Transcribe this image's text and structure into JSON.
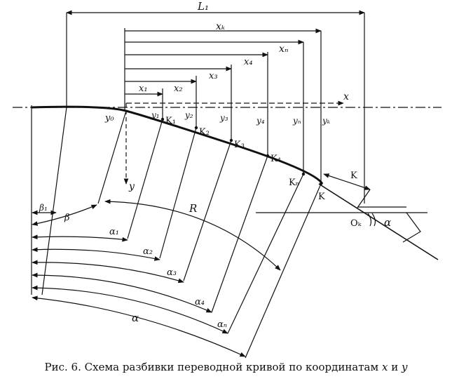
{
  "caption": {
    "text": "Рис. 6. Схема разбивки переводной кривой по координатам",
    "var_x": "x",
    "conj": "и",
    "var_y": "y"
  },
  "labels": {
    "L1": "L₁",
    "xk": "xₖ",
    "xn": "xₙ",
    "x4": "x₄",
    "x3": "x₃",
    "x2": "x₂",
    "x1": "x₁",
    "x_axis": "x",
    "y_axis": "y",
    "y0": "y₀",
    "y1": "y₁",
    "y2": "y₂",
    "y3": "y₃",
    "y4": "y₄",
    "yn": "yₙ",
    "yk": "yₖ",
    "K1": "K₁",
    "K2": "K₂",
    "K3": "K₃",
    "K4": "K₄",
    "Kn": "Kₙ",
    "K": "K",
    "K_seg": "K",
    "Ok": "Oₖ",
    "alpha_frog": "α",
    "beta1": "β₁",
    "beta": "β",
    "R": "R",
    "alpha1": "α₁",
    "alpha2": "α₂",
    "alpha3": "α₃",
    "alpha4": "α₄",
    "alphan": "αₙ",
    "alpha": "α"
  }
}
